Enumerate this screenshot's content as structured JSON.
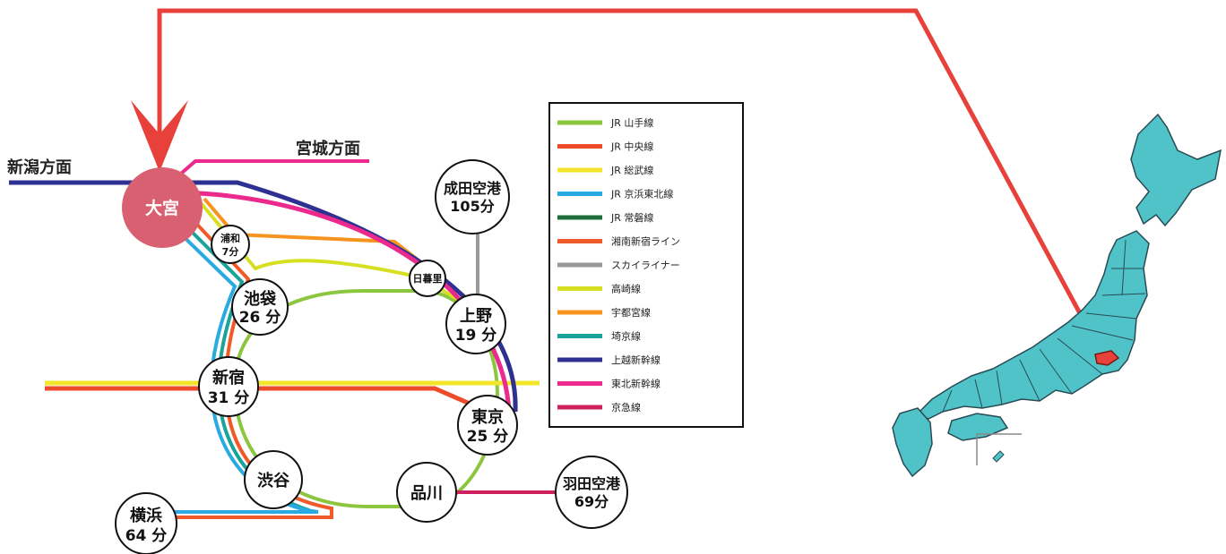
{
  "directions": {
    "niigata": "新潟方面",
    "miyagi": "宮城方面"
  },
  "omiya": {
    "label": "大宮",
    "fill": "#d96070"
  },
  "stations": {
    "urawa": {
      "name": "浦和",
      "time": "7分"
    },
    "ikebukuro": {
      "name": "池袋",
      "time": "26 分"
    },
    "nippori": {
      "name": "日暮里"
    },
    "ueno": {
      "name": "上野",
      "time": "19 分"
    },
    "shinjuku": {
      "name": "新宿",
      "time": "31 分"
    },
    "tokyo": {
      "name": "東京",
      "time": "25 分"
    },
    "shibuya": {
      "name": "渋谷"
    },
    "shinagawa": {
      "name": "品川"
    },
    "yokohama": {
      "name": "横浜",
      "time": "64 分"
    },
    "narita": {
      "name": "成田空港",
      "time": "105分"
    },
    "haneda": {
      "name": "羽田空港",
      "time": "69分"
    }
  },
  "legend": [
    {
      "label": "JR 山手線",
      "color": "#8cc63f"
    },
    {
      "label": "JR 中央線",
      "color": "#ee4b2b"
    },
    {
      "label": "JR 総武線",
      "color": "#f2e52a"
    },
    {
      "label": "JR 京浜東北線",
      "color": "#29aae1"
    },
    {
      "label": "JR 常磐線",
      "color": "#1d6e3b"
    },
    {
      "label": "湘南新宿ライン",
      "color": "#f05a28"
    },
    {
      "label": "スカイライナー",
      "color": "#999999"
    },
    {
      "label": "高崎線",
      "color": "#d7df23"
    },
    {
      "label": "宇都宮線",
      "color": "#f7941d"
    },
    {
      "label": "埼京線",
      "color": "#1aa39a"
    },
    {
      "label": "上越新幹線",
      "color": "#2e3192"
    },
    {
      "label": "東北新幹線",
      "color": "#ec2a8e"
    },
    {
      "label": "京急線",
      "color": "#d0215f"
    }
  ],
  "colors": {
    "arrow": "#e8403a",
    "japan": "#4fc3c7",
    "japan_outline": "#2a4b55",
    "highlight": "#e8403a"
  }
}
